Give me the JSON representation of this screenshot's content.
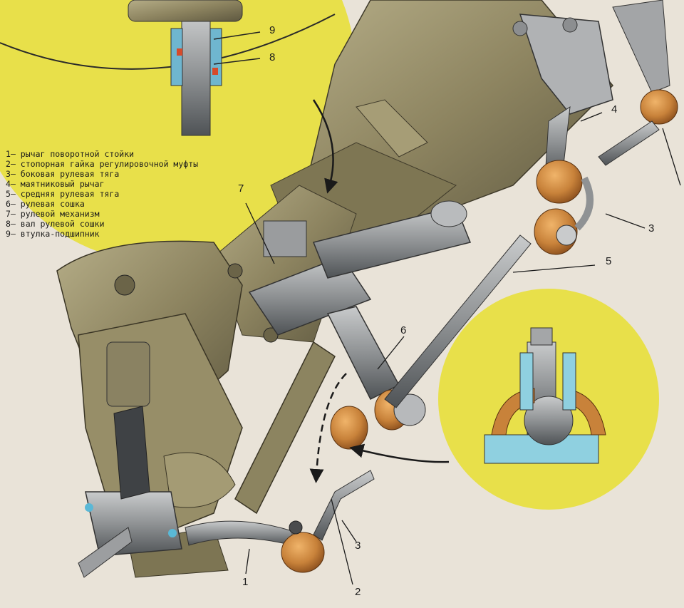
{
  "legend": [
    {
      "num": "1",
      "text": "рычаг поворотной стойки"
    },
    {
      "num": "2",
      "text": "стопорная гайка регулировочной муфты"
    },
    {
      "num": "3",
      "text": "боковая рулевая тяга"
    },
    {
      "num": "4",
      "text": "маятниковый рычаг"
    },
    {
      "num": "5",
      "text": "средняя рулевая тяга"
    },
    {
      "num": "6",
      "text": "рулевая сошка"
    },
    {
      "num": "7",
      "text": "рулевой механизм"
    },
    {
      "num": "8",
      "text": "вал рулевой сошки"
    },
    {
      "num": "9",
      "text": "втулка-подшипник"
    }
  ],
  "callouts": {
    "c1": "1",
    "c2": "2",
    "c3a": "3",
    "c3b": "3",
    "c4": "4",
    "c5": "5",
    "c6": "6",
    "c7": "7",
    "c8": "8",
    "c9": "9"
  },
  "colors": {
    "paper": "#e9e3d8",
    "inset_yellow": "#e8e04a",
    "metal_olive": "#8d8460",
    "steel_gray": "#8f9294",
    "rubber_orange": "#c8823a",
    "arrow_black": "#1a1a1a"
  }
}
